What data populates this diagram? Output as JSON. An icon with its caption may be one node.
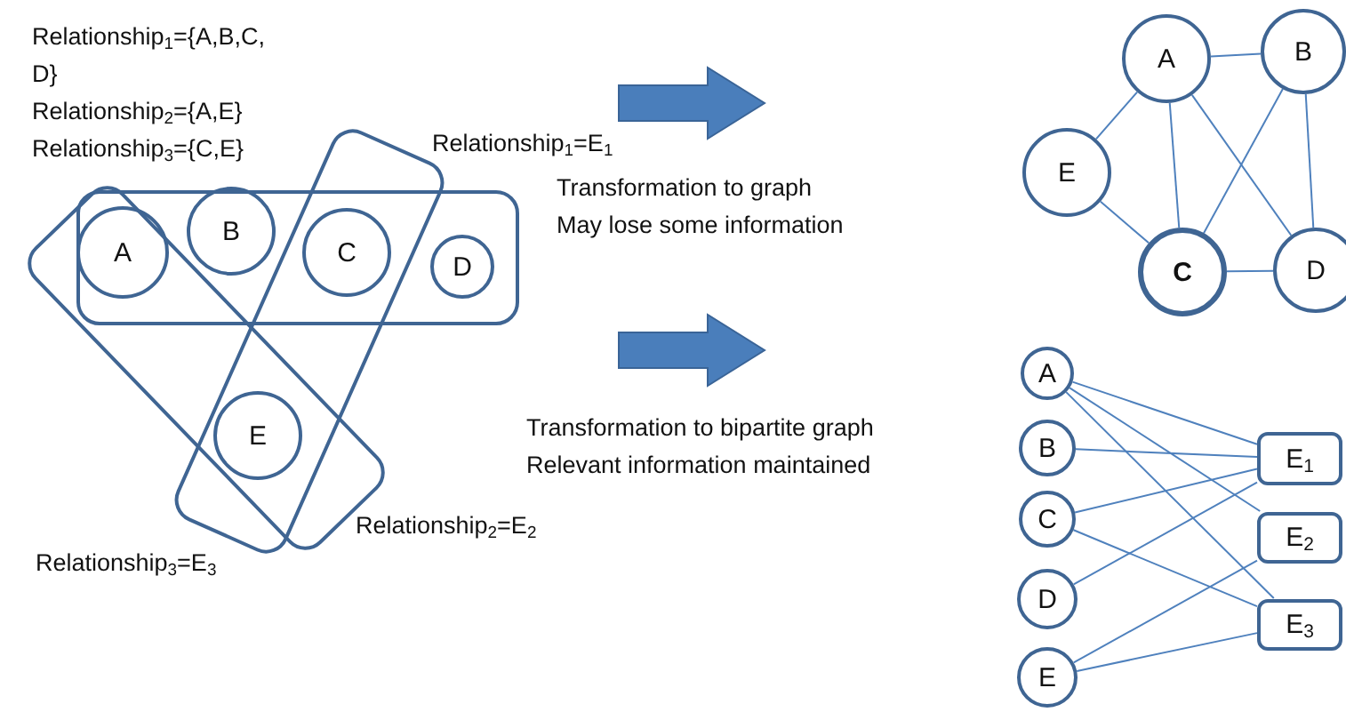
{
  "diagram": {
    "nodes": [
      {
        "text": [],
        "shape": "box"
      },
      {
        "text": [],
        "shape": "box",
        "beside": [
          "Relationship$_{2}$=E$_{2}$"
        ]
      },
      {
        "text": [],
        "shape": "box",
        "beside": [
          "Relationship$_{3}$=E$_{3}$"
        ]
      },
      {
        "text": [
          "A"
        ]
      },
      {
        "text": [
          "B"
        ]
      },
      {
        "text": [
          "C"
        ]
      },
      {
        "text": [
          "D"
        ],
        "in": 0
      },
      {
        "text": [
          "E"
        ]
      },
      {
        "text": [
          "A"
        ]
      },
      {
        "text": [
          "B"
        ]
      },
      {
        "text": [
          "E"
        ]
      },
      {
        "text": [
          "C"
        ]
      },
      {
        "text": [
          "D"
        ]
      },
      {
        "text": [
          "A"
        ]
      },
      {
        "text": [
          "B"
        ]
      },
      {
        "text": [
          "C"
        ]
      },
      {
        "text": [
          "D"
        ]
      },
      {
        "text": [
          "E"
        ]
      },
      {
        "text": [
          "E$_{1}$"
        ]
      },
      {
        "text": [
          "E$_{2}$"
        ]
      },
      {
        "text": [
          "E$_{3}$"
        ]
      }
    ],
    "edges": [
      {
        "from": 8,
        "to": 9,
        "arrow": "none"
      },
      {
        "from": 8,
        "to": 10,
        "arrow": "none"
      },
      {
        "from": 8,
        "to": 11,
        "arrow": "none"
      },
      {
        "from": 8,
        "to": 12,
        "arrow": "none"
      },
      {
        "from": 9,
        "to": 11,
        "arrow": "none"
      },
      {
        "from": 9,
        "to": 12,
        "arrow": "none"
      },
      {
        "from": 10,
        "to": 11,
        "arrow": "none"
      },
      {
        "from": 11,
        "to": 12,
        "arrow": "none"
      },
      {
        "from": 13,
        "to": 18,
        "arrow": "none"
      },
      {
        "from": 13,
        "to": 19,
        "arrow": "none"
      },
      {
        "from": 13,
        "to": 20,
        "arrow": "none"
      },
      {
        "from": 14,
        "to": 18,
        "arrow": "none"
      },
      {
        "from": 15,
        "to": 18,
        "arrow": "none"
      },
      {
        "from": 15,
        "to": 20,
        "arrow": "none"
      },
      {
        "from": 16,
        "to": 18,
        "arrow": "none"
      },
      {
        "from": 17,
        "to": 19,
        "arrow": "none"
      },
      {
        "from": 17,
        "to": 20,
        "arrow": "none"
      }
    ],
    "labels": [
      "Relationship$_{1}$={A,B,C, D}",
      "Relationship$_{2}$={A,E}",
      "Relationship$_{3}$={C,E}",
      "Relationship$_{1}$=E$_{1}$",
      "Transformation to graph",
      "May lose some information",
      "Transformation to bipartite graph",
      "Relevant information maintained"
    ]
  }
}
